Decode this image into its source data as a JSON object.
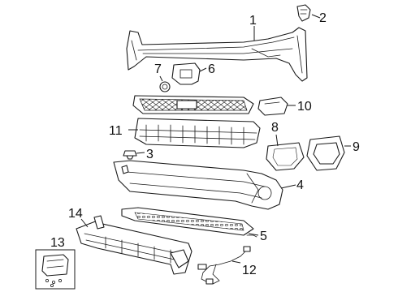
{
  "diagram": {
    "type": "exploded-parts-diagram",
    "subject": "front bumper assembly components",
    "callouts": [
      {
        "number": "1",
        "part": "upper-fascia-cover"
      },
      {
        "number": "2",
        "part": "small-bracket"
      },
      {
        "number": "3",
        "part": "push-clip"
      },
      {
        "number": "4",
        "part": "lower-fascia"
      },
      {
        "number": "5",
        "part": "lower-trim-strip"
      },
      {
        "number": "6",
        "part": "sensor-bracket"
      },
      {
        "number": "7",
        "part": "sensor"
      },
      {
        "number": "8",
        "part": "fog-lamp-bezel-inner"
      },
      {
        "number": "9",
        "part": "fog-lamp-bezel-outer"
      },
      {
        "number": "10",
        "part": "side-bracket"
      },
      {
        "number": "11",
        "part": "grille-reinforcement"
      },
      {
        "number": "12",
        "part": "wiring-harness"
      },
      {
        "number": "13",
        "part": "license-plate-bracket"
      },
      {
        "number": "14",
        "part": "impact-bar"
      }
    ]
  }
}
